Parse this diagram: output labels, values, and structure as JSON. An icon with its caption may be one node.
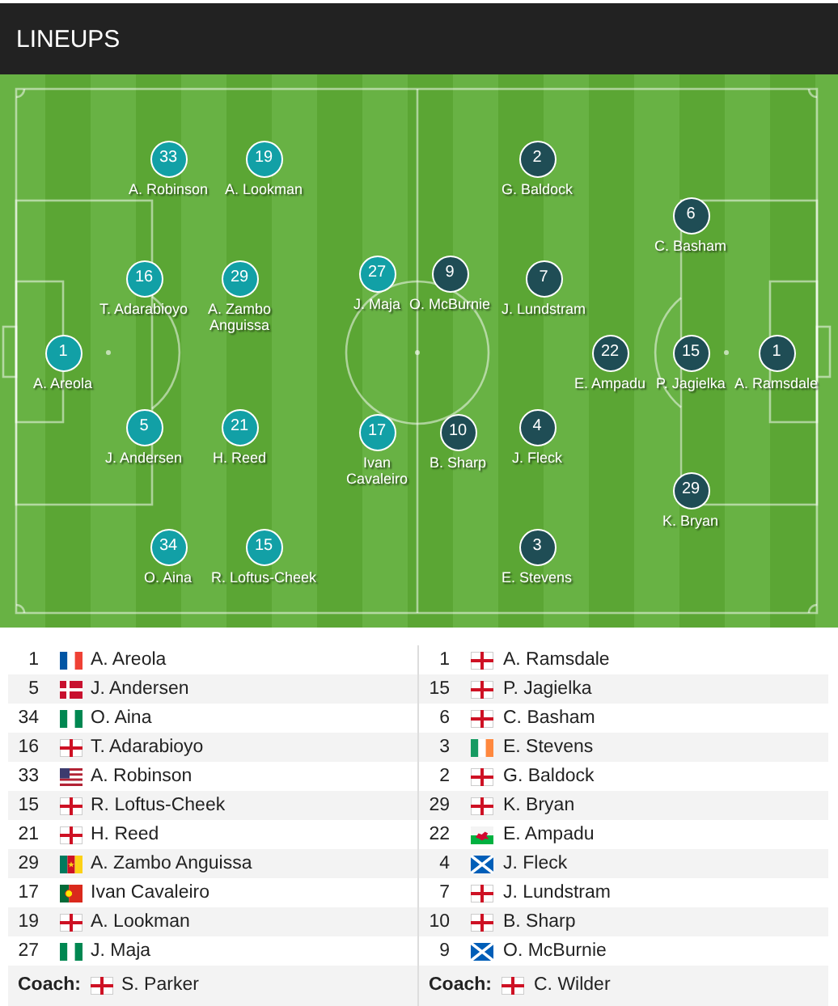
{
  "diagram": {
    "title": "LINEUPS",
    "nodes": [
      {
        "text": [
          "33"
        ],
        "beside": [
          "A. Robinson"
        ]
      },
      {
        "text": [
          "19"
        ],
        "beside": [
          "A. Lookman"
        ]
      },
      {
        "text": [
          "16"
        ],
        "beside": [
          "T. Adarabioyo"
        ]
      },
      {
        "text": [
          "29"
        ],
        "beside": [
          "A. Zambo Anguissa"
        ]
      },
      {
        "text": [
          "27"
        ],
        "beside": [
          "J. Maja"
        ]
      },
      {
        "text": [
          "1"
        ],
        "beside": [
          "A. Areola"
        ]
      },
      {
        "text": [
          "5"
        ],
        "beside": [
          "J. Andersen"
        ]
      },
      {
        "text": [
          "21"
        ],
        "beside": [
          "H. Reed"
        ]
      },
      {
        "text": [
          "17"
        ],
        "beside": [
          "Ivan Cavaleiro"
        ]
      },
      {
        "text": [
          "34"
        ],
        "beside": [
          "O. Aina"
        ]
      },
      {
        "text": [
          "15"
        ],
        "beside": [
          "R. Loftus-Cheek"
        ]
      },
      {
        "text": [
          "2"
        ],
        "beside": [
          "G. Baldock"
        ]
      },
      {
        "text": [
          "6"
        ],
        "beside": [
          "C. Basham"
        ]
      },
      {
        "text": [
          "9"
        ],
        "beside": [
          "O. McBurnie"
        ]
      },
      {
        "text": [
          "7"
        ],
        "beside": [
          "J. Lundstram"
        ]
      },
      {
        "text": [
          "22"
        ],
        "beside": [
          "E. Ampadu"
        ]
      },
      {
        "text": [
          "15"
        ],
        "beside": [
          "P. Jagielka"
        ]
      },
      {
        "text": [
          "1"
        ],
        "beside": [
          "A. Ramsdale"
        ]
      },
      {
        "text": [
          "10"
        ],
        "beside": [
          "B. Sharp"
        ]
      },
      {
        "text": [
          "4"
        ],
        "beside": [
          "J. Fleck"
        ]
      },
      {
        "text": [
          "29"
        ],
        "beside": [
          "K. Bryan"
        ]
      },
      {
        "text": [
          "3"
        ],
        "beside": [
          "E. Stevens"
        ]
      }
    ],
    "labels": [
      "1",
      "A. Areola",
      "1",
      "A. Ramsdale",
      "5",
      "J. Andersen",
      "15",
      "P. Jagielka",
      "34",
      "O. Aina",
      "6",
      "C. Basham",
      "16",
      "T. Adarabioyo",
      "3",
      "E. Stevens",
      "33",
      "A. Robinson",
      "2",
      "G. Baldock",
      "15",
      "R. Loftus-Cheek",
      "29",
      "K. Bryan",
      "21",
      "H. Reed",
      "22",
      "E. Ampadu",
      "29",
      "A. Zambo Anguissa",
      "4",
      "J. Fleck",
      "17",
      "Ivan Cavaleiro",
      "7",
      "J. Lundstram",
      "19",
      "A. Lookman",
      "10",
      "B. Sharp",
      "27",
      "J. Maja",
      "9",
      "O. McBurnie",
      "Coach:",
      "S. Parker",
      "Coach:",
      "C. Wilder"
    ]
  }
}
